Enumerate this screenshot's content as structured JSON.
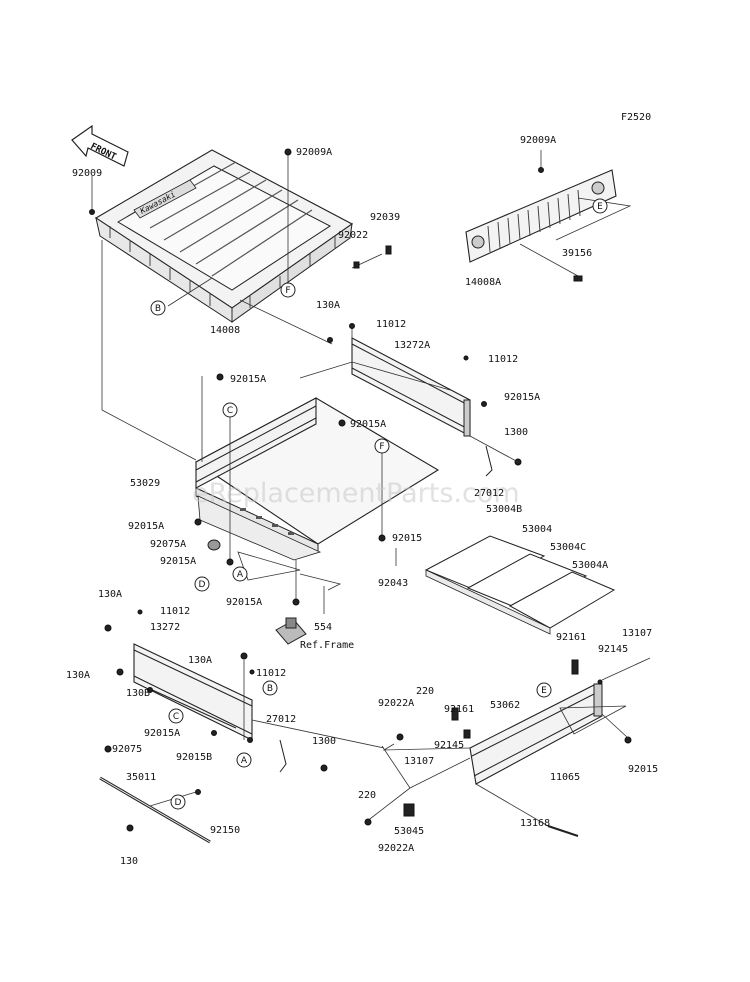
{
  "diagram": {
    "code": "F2520",
    "front_label": "FRONT",
    "brand_mark": "Kawasaki",
    "watermark": "eReplacementParts.com",
    "ref_frame_label": "Ref.Frame",
    "part_labels": {
      "p92009_tl": "92009",
      "p92009A_top": "92009A",
      "p92039": "92039",
      "p92022": "92022",
      "p14008": "14008",
      "p92009A_tr": "92009A",
      "p39156": "39156",
      "p14008A": "14008A",
      "p130A_a": "130A",
      "p11012_a": "11012",
      "p13272A": "13272A",
      "p11012_b": "11012",
      "p92015A_a": "92015A",
      "p92015A_b": "92015A",
      "p92015A_c": "92015A",
      "p1300_a": "1300",
      "p27012_a": "27012",
      "p53029": "53029",
      "p53004B": "53004B",
      "p53004": "53004",
      "p53004C": "53004C",
      "p53004A": "53004A",
      "p92015A_d": "92015A",
      "p92075A": "92075A",
      "p92015A_e": "92015A",
      "p92015": "92015",
      "p92043": "92043",
      "p92015A_f": "92015A",
      "p554": "554",
      "p130A_b": "130A",
      "p11012_c": "11012",
      "p13272": "13272",
      "p130A_c": "130A",
      "p11012_d": "11012",
      "p130A_d": "130A",
      "p130B": "130B",
      "p92015A_g": "92015A",
      "p92015B": "92015B",
      "p92075": "92075",
      "p27012_b": "27012",
      "p1300_b": "1300",
      "p35011": "35011",
      "p92150": "92150",
      "p130": "130",
      "p92161_a": "92161",
      "p13107_a": "13107",
      "p92145_a": "92145",
      "p220_a": "220",
      "p92161_b": "92161",
      "p92022A_a": "92022A",
      "p53062": "53062",
      "p92145_b": "92145",
      "p13107_b": "13107",
      "p11065": "11065",
      "p92015_b": "92015",
      "p220_b": "220",
      "p13168": "13168",
      "p53045": "53045",
      "p92022A_b": "92022A"
    },
    "callouts": [
      "A",
      "B",
      "C",
      "D",
      "E",
      "F"
    ]
  }
}
